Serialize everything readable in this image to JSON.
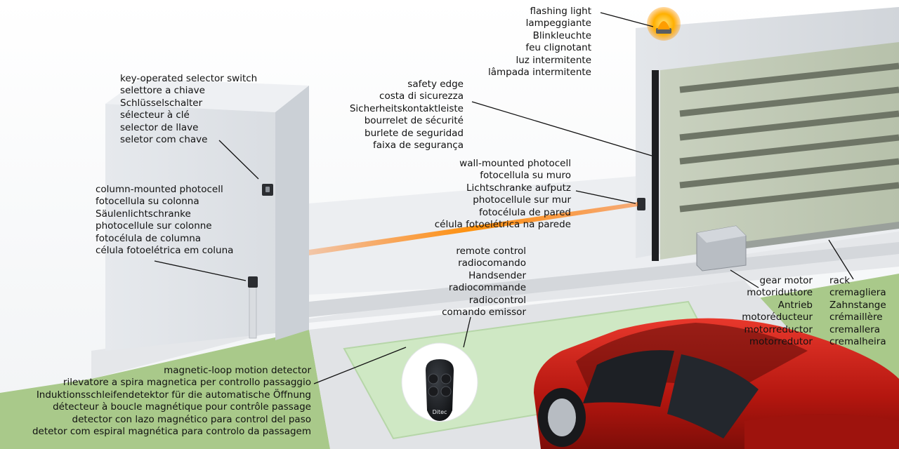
{
  "labels": {
    "flashing_light": [
      "flashing light",
      "lampeggiante",
      "Blinkleuchte",
      "feu clignotant",
      "luz intermitente",
      "lâmpada intermitente"
    ],
    "key_selector": [
      "key-operated selector switch",
      "selettore a chiave",
      "Schlüsselschalter",
      "sélecteur à clé",
      "selector de llave",
      "seletor com chave"
    ],
    "safety_edge": [
      "safety edge",
      "costa di sicurezza",
      "Sicherheitskontaktleiste",
      "bourrelet de sécurité",
      "burlete de seguridad",
      "faixa de segurança"
    ],
    "wall_photocell": [
      "wall-mounted photocell",
      "fotocellula su muro",
      "Lichtschranke aufputz",
      "photocellule sur mur",
      "fotocélula de pared",
      "célula fotoelétrica na parede"
    ],
    "column_photocell": [
      "column-mounted photocell",
      "fotocellula su colonna",
      "Säulenlichtschranke",
      "photocellule sur colonne",
      "fotocélula de columna",
      "célula fotoelétrica em coluna"
    ],
    "remote_control": [
      "remote control",
      "radiocomando",
      "Handsender",
      "radiocommande",
      "radiocontrol",
      "comando emissor"
    ],
    "gear_motor": [
      "gear motor",
      "motoriduttore",
      "Antrieb",
      "motoréducteur",
      "motorreductor",
      "motorredutor"
    ],
    "rack": [
      "rack",
      "cremagliera",
      "Zahnstange",
      "crémaillère",
      "cremallera",
      "cremalheira"
    ],
    "magnetic_loop": [
      "magnetic-loop motion detector",
      "rilevatore a spira magnetica per controllo passaggio",
      "Induktionsschleifendetektor für die automatische Öffnung",
      "détecteur à boucle magnétique pour contrôle passage",
      "detector con lazo magnético para control del paso",
      "detetor com espiral magnética para controlo da passagem"
    ]
  },
  "remote_brand": "Ditec",
  "colors": {
    "beam": "#ff7a00",
    "car": "#c81d17",
    "lawn": "#a9c98a",
    "loop": "#cfe8c4",
    "leader": "#111111"
  }
}
